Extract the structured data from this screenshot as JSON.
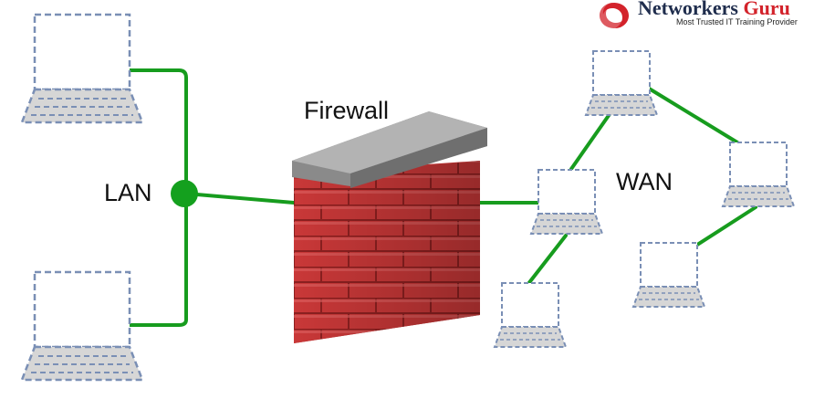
{
  "labels": {
    "firewall": "Firewall",
    "lan": "LAN",
    "wan": "WAN"
  },
  "brand": {
    "name_part1": "Networkers",
    "name_part2": "Guru",
    "tagline": "Most Trusted IT Training Provider"
  },
  "colors": {
    "link": "#179c1e",
    "hub": "#14a01e",
    "laptop_outline": "#7a8fb5",
    "laptop_fill": "#d6d6d6",
    "brick": "#c93838",
    "cap": "#9a9a9a",
    "brand_navy": "#1f2d4d",
    "brand_red": "#d3232b"
  },
  "icons": [
    "laptop-icon",
    "firewall-icon",
    "network-hub-icon",
    "networkers-guru-logo"
  ]
}
